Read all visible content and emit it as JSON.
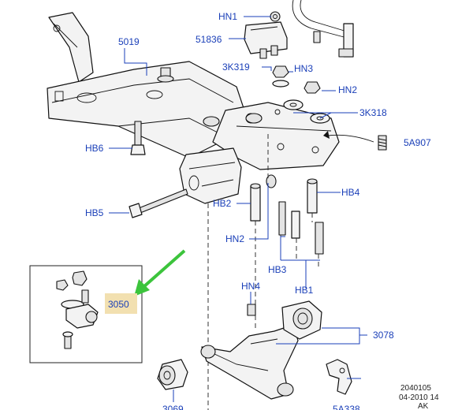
{
  "callouts": {
    "hn1": "HN1",
    "p51836": "51836",
    "p5019": "5019",
    "p3k319": "3K319",
    "hn3": "HN3",
    "hn2_top": "HN2",
    "p3k318": "3K318",
    "hb6": "HB6",
    "p5a907": "5A907",
    "hb4": "HB4",
    "hb2": "HB2",
    "hb5": "HB5",
    "hn2_mid": "HN2",
    "hb3": "HB3",
    "hb1": "HB1",
    "p3050": "3050",
    "hn4": "HN4",
    "p3078": "3078",
    "p3069": "3069",
    "p5a338": "5A338"
  },
  "reference": {
    "code": "2040105",
    "date": "04-2010 14",
    "suffix": "AK"
  },
  "colors": {
    "callout_text": "#1a3fb8",
    "highlight": "#f2e0b0",
    "arrow": "#3cc43c"
  }
}
